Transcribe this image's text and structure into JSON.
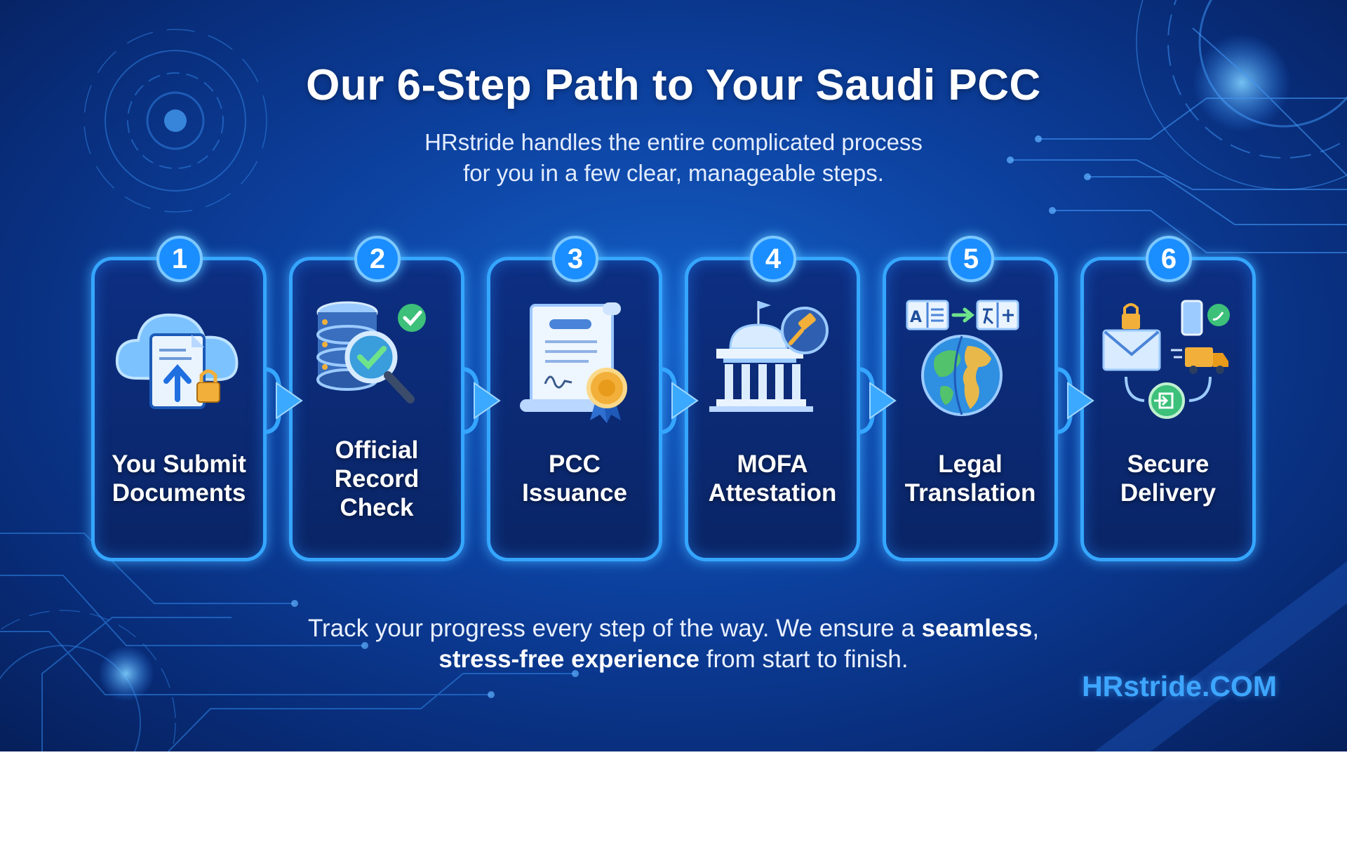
{
  "title": "Our 6-Step Path to Your Saudi PCC",
  "subtitle": {
    "line1": "HRstride handles the entire complicated process",
    "line2": "for you in a few clear, manageable steps."
  },
  "steps": [
    {
      "number": "1",
      "lines": [
        "You Submit",
        "Documents"
      ],
      "icon": "cloud-document-upload-icon"
    },
    {
      "number": "2",
      "lines": [
        "Official",
        "Record",
        "Check"
      ],
      "icon": "database-search-icon"
    },
    {
      "number": "3",
      "lines": [
        "PCC",
        "Issuance"
      ],
      "icon": "certificate-icon"
    },
    {
      "number": "4",
      "lines": [
        "MOFA",
        "Attestation"
      ],
      "icon": "government-building-icon"
    },
    {
      "number": "5",
      "lines": [
        "Legal",
        "Translation"
      ],
      "icon": "globe-translation-icon"
    },
    {
      "number": "6",
      "lines": [
        "Secure",
        "Delivery"
      ],
      "icon": "delivery-icon"
    }
  ],
  "footer": {
    "line1_prefix": "Track your progress every step of the way. We ensure a ",
    "line1_bold": "seamless",
    "line1_suffix": ",",
    "line2_bold": "stress-free experience",
    "line2_suffix": " from start to finish."
  },
  "brand": "HRstride.COM",
  "colors": {
    "accent": "#35a6ff",
    "background": "#0c3f9c",
    "brand": "#3ea6ff"
  }
}
